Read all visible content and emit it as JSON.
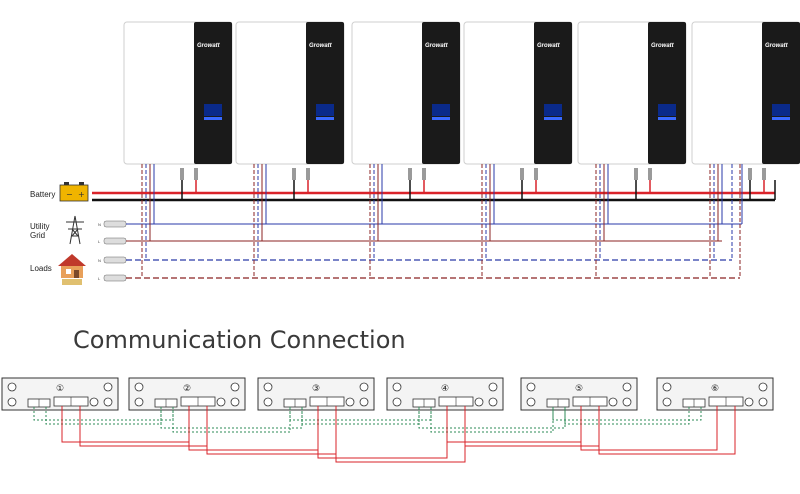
{
  "inverters": [
    {
      "brand": "Growatt"
    },
    {
      "brand": "Growatt"
    },
    {
      "brand": "Growatt"
    },
    {
      "brand": "Growatt"
    },
    {
      "brand": "Growatt"
    },
    {
      "brand": "Growatt"
    }
  ],
  "labels": {
    "battery": "Battery",
    "utility_line1": "Utility",
    "utility_line2": "Grid",
    "loads": "Loads",
    "n": "N",
    "l": "L"
  },
  "communication": {
    "title": "Communication Connection",
    "ports": [
      "①",
      "②",
      "③",
      "④",
      "⑤",
      "⑥"
    ]
  },
  "colors": {
    "red": "#d9232a",
    "black": "#111111",
    "blue": "#2a3aa8",
    "brown": "#8b2323",
    "green": "#2e8b57",
    "panel": "#1a1a1a"
  }
}
